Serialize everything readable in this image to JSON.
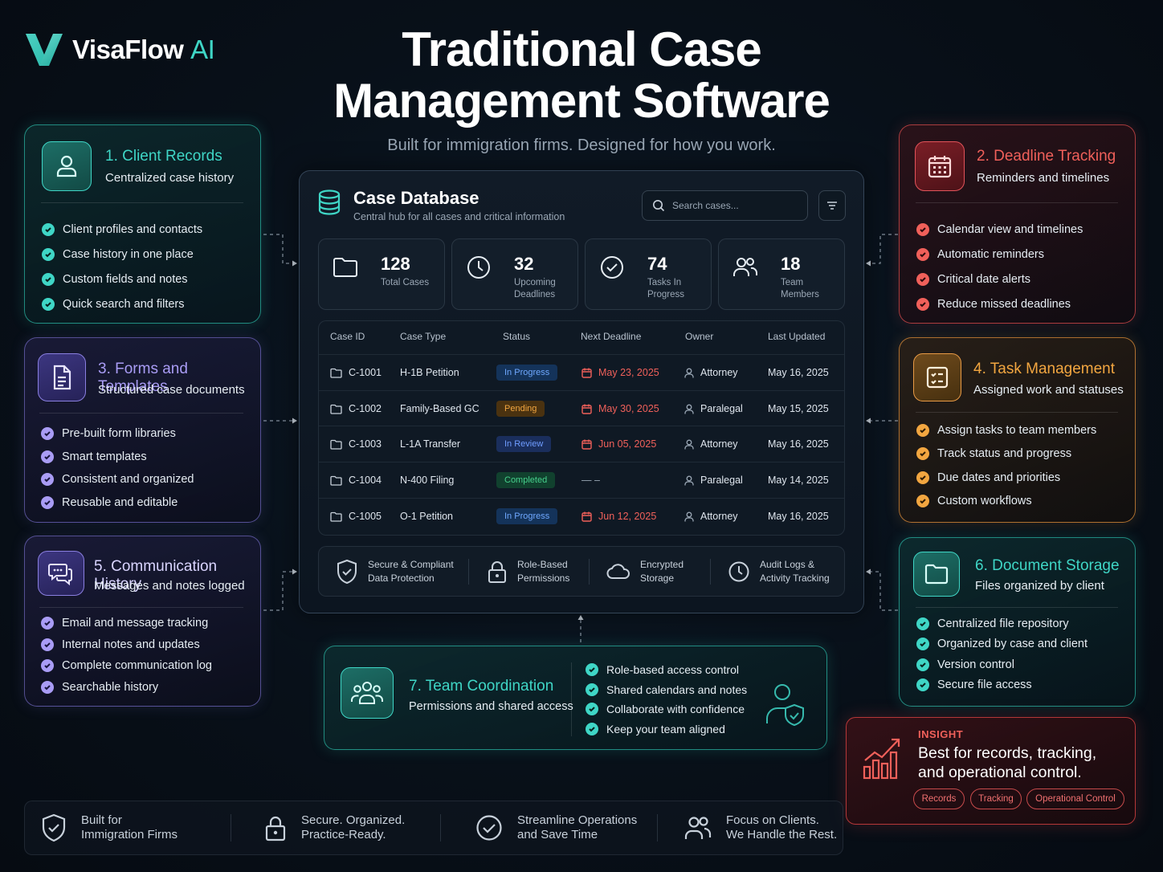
{
  "brand": {
    "name_main": "VisaFlow",
    "name_accent": "AI"
  },
  "header": {
    "title_line1": "Traditional Case",
    "title_line2": "Management Software",
    "subtitle": "Built for immigration firms. Designed for how you work."
  },
  "features": {
    "client_records": {
      "title": "1. Client Records",
      "subtitle": "Centralized case history",
      "items": [
        "Client profiles and contacts",
        "Case history in one place",
        "Custom fields and notes",
        "Quick search and filters"
      ]
    },
    "deadline_tracking": {
      "title": "2. Deadline Tracking",
      "subtitle": "Reminders and timelines",
      "items": [
        "Calendar view and timelines",
        "Automatic reminders",
        "Critical date alerts",
        "Reduce missed deadlines"
      ]
    },
    "forms_templates": {
      "title": "3. Forms and Templates",
      "subtitle": "Structured case documents",
      "items": [
        "Pre-built form libraries",
        "Smart templates",
        "Consistent and organized",
        "Reusable and editable"
      ]
    },
    "task_management": {
      "title": "4. Task Management",
      "subtitle": "Assigned work and statuses",
      "items": [
        "Assign tasks to team members",
        "Track status and progress",
        "Due dates and priorities",
        "Custom workflows"
      ]
    },
    "communication_history": {
      "title": "5. Communication History",
      "subtitle": "Messages and notes logged",
      "items": [
        "Email and message tracking",
        "Internal notes and updates",
        "Complete communication log",
        "Searchable history"
      ]
    },
    "document_storage": {
      "title": "6. Document Storage",
      "subtitle": "Files organized by client",
      "items": [
        "Centralized file repository",
        "Organized by case and client",
        "Version control",
        "Secure file access"
      ]
    },
    "team_coordination": {
      "title": "7. Team Coordination",
      "subtitle": "Permissions and shared access",
      "items": [
        "Role-based access control",
        "Shared calendars and notes",
        "Collaborate with confidence",
        "Keep your team aligned"
      ]
    }
  },
  "database": {
    "title": "Case Database",
    "subtitle": "Central hub for all cases and critical information",
    "search_placeholder": "Search cases...",
    "stats": [
      {
        "value": "128",
        "label": "Total Cases"
      },
      {
        "value": "32",
        "label": "Upcoming Deadlines"
      },
      {
        "value": "74",
        "label": "Tasks In Progress"
      },
      {
        "value": "18",
        "label": "Team Members"
      }
    ],
    "columns": [
      "Case ID",
      "Case Type",
      "Status",
      "Next Deadline",
      "Owner",
      "Last Updated"
    ],
    "rows": [
      {
        "id": "C-1001",
        "type": "H-1B Petition",
        "status": "In Progress",
        "deadline": "May 23, 2025",
        "owner": "Attorney",
        "updated": "May 16, 2025"
      },
      {
        "id": "C-1002",
        "type": "Family-Based GC",
        "status": "Pending",
        "deadline": "May 30, 2025",
        "owner": "Paralegal",
        "updated": "May 15, 2025"
      },
      {
        "id": "C-1003",
        "type": "L-1A Transfer",
        "status": "In Review",
        "deadline": "Jun 05, 2025",
        "owner": "Attorney",
        "updated": "May 16, 2025"
      },
      {
        "id": "C-1004",
        "type": "N-400 Filing",
        "status": "Completed",
        "deadline": "— –",
        "owner": "Paralegal",
        "updated": "May 14, 2025"
      },
      {
        "id": "C-1005",
        "type": "O-1 Petition",
        "status": "In Progress",
        "deadline": "Jun 12, 2025",
        "owner": "Attorney",
        "updated": "May 16, 2025"
      }
    ],
    "security": [
      {
        "line1": "Secure & Compliant",
        "line2": "Data Protection"
      },
      {
        "line1": "Role-Based",
        "line2": "Permissions"
      },
      {
        "line1": "Encrypted",
        "line2": "Storage"
      },
      {
        "line1": "Audit Logs &",
        "line2": "Activity Tracking"
      }
    ]
  },
  "insight": {
    "label": "INSIGHT",
    "line1": "Best for records, tracking,",
    "line2": "and operational control.",
    "tags": [
      "Records",
      "Tracking",
      "Operational Control"
    ]
  },
  "bottom_bar": [
    {
      "line1": "Built for",
      "line2": "Immigration Firms"
    },
    {
      "line1": "Secure. Organized.",
      "line2": "Practice-Ready."
    },
    {
      "line1": "Streamline Operations",
      "line2": "and Save Time"
    },
    {
      "line1": "Focus on Clients.",
      "line2": "We Handle the Rest."
    }
  ],
  "colors": {
    "teal": "#3fd6c6",
    "red": "#f0605a",
    "purple": "#a99cf5",
    "orange": "#f2a640",
    "background": "#081019"
  }
}
